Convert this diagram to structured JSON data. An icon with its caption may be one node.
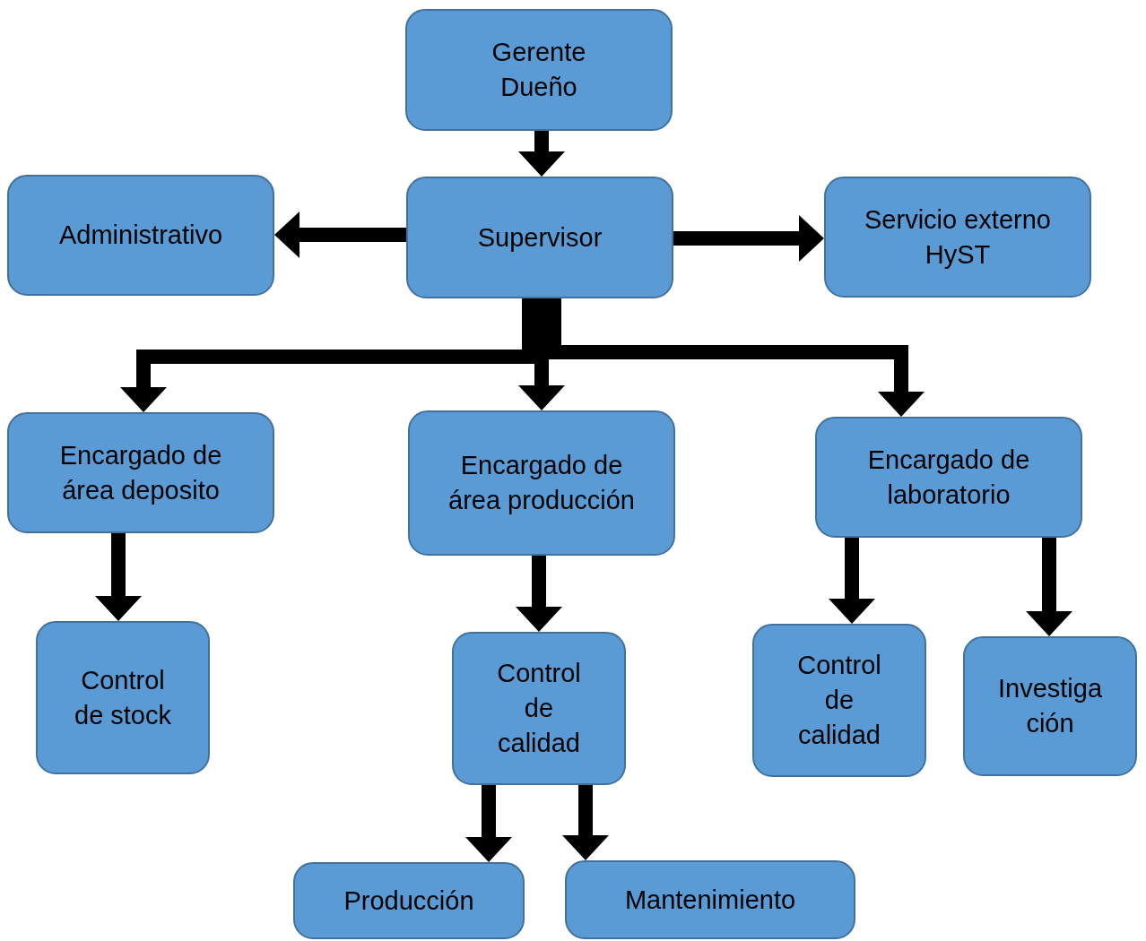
{
  "diagram": {
    "nodes": [
      {
        "text": [
          "Gerente Dueño"
        ]
      },
      {
        "text": [
          "Administrativo"
        ]
      },
      {
        "text": [
          "Supervisor"
        ]
      },
      {
        "text": [
          "Servicio externo HyST"
        ]
      },
      {
        "text": [
          "Encargado de área deposito"
        ]
      },
      {
        "text": [
          "Encargado de área producción"
        ]
      },
      {
        "text": [
          "Encargado de laboratorio"
        ]
      },
      {
        "text": [
          "Control de stock"
        ]
      },
      {
        "text": [
          "Control de calidad"
        ]
      },
      {
        "text": [
          "Control de calidad"
        ]
      },
      {
        "text": [
          "Investigación"
        ]
      },
      {
        "text": [
          "Producción"
        ]
      },
      {
        "text": [
          "Mantenimiento"
        ]
      }
    ],
    "edges": [
      {
        "from": 0,
        "to": 2,
        "arrow": "to"
      },
      {
        "from": 2,
        "to": 1,
        "arrow": "to"
      },
      {
        "from": 2,
        "to": 3,
        "arrow": "to"
      },
      {
        "from": 2,
        "to": 5,
        "arrow": "to"
      },
      {
        "from": 2,
        "to": 4,
        "arrow": "to"
      },
      {
        "from": 2,
        "to": 6,
        "arrow": "to"
      },
      {
        "from": 4,
        "to": 7,
        "arrow": "to"
      },
      {
        "from": 5,
        "to": 8,
        "arrow": "to"
      },
      {
        "from": 6,
        "to": 9,
        "arrow": "to"
      },
      {
        "from": 6,
        "to": 10,
        "arrow": "to"
      },
      {
        "from": 8,
        "to": 11,
        "arrow": "to"
      },
      {
        "from": 8,
        "to": 12,
        "arrow": "to"
      }
    ]
  }
}
